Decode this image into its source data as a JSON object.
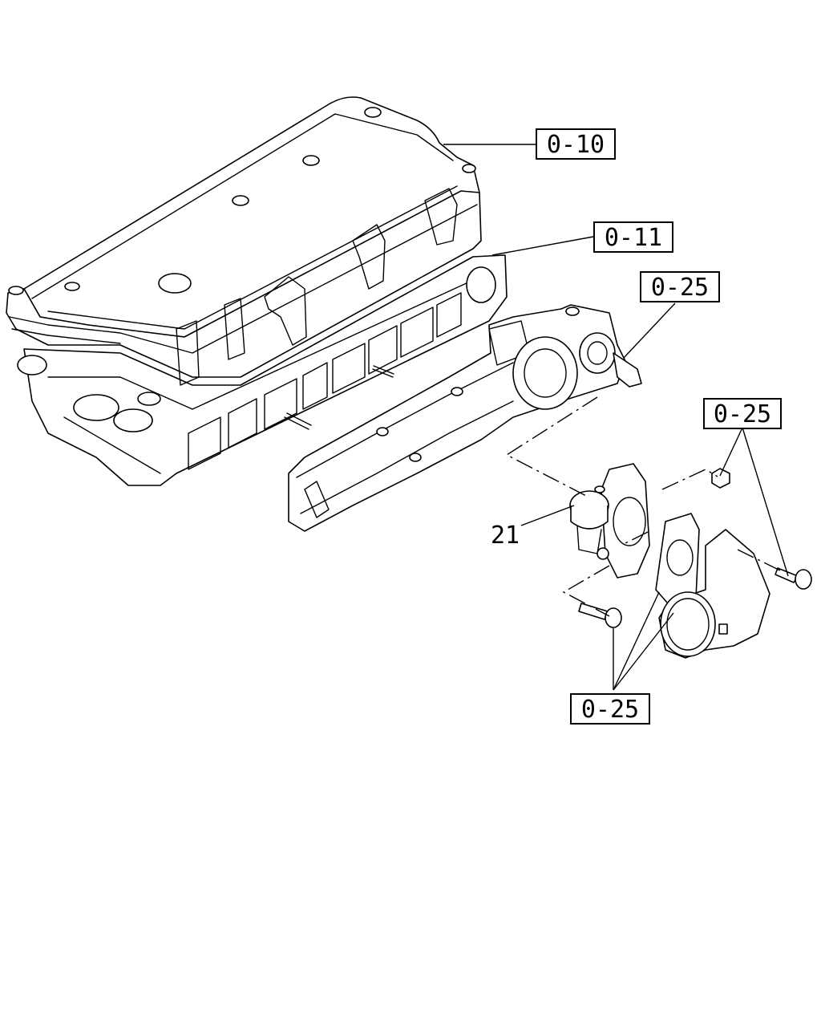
{
  "callouts": {
    "cylinder_head": "0-10",
    "head_gasket": "0-11",
    "manifold_ref": "0-25",
    "nut_bolt_ref": "0-25",
    "bottom_ref": "0-25",
    "egr_valve": "21"
  }
}
